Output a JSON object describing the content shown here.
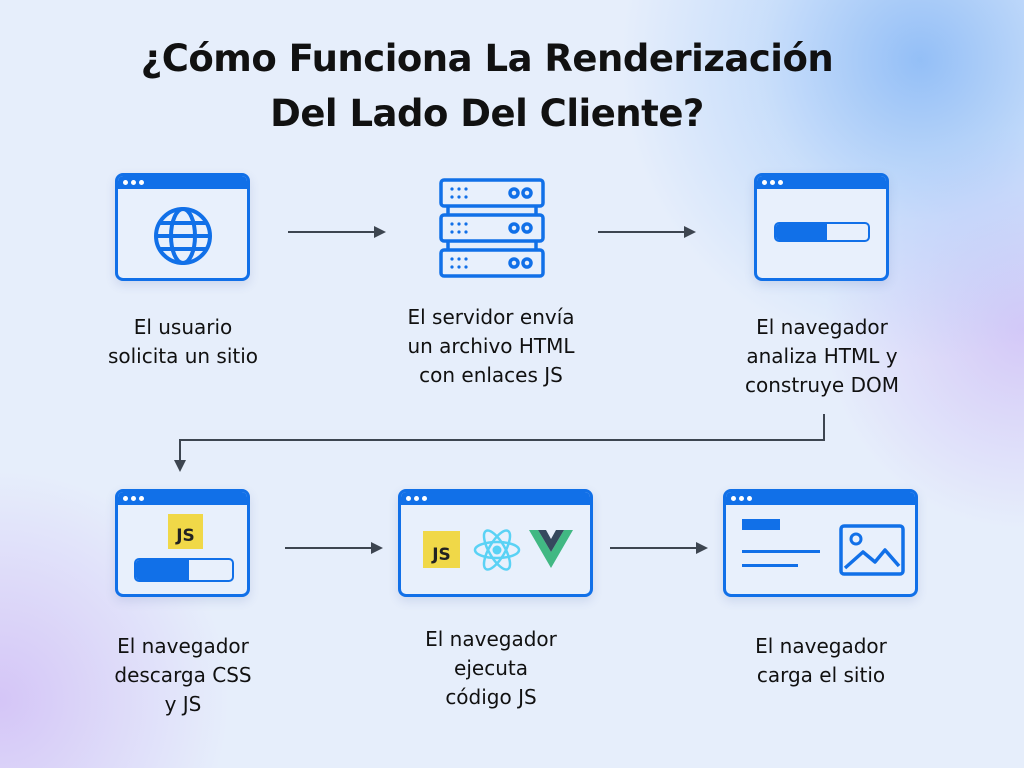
{
  "title": {
    "line1": "¿Cómo Funciona La Renderización",
    "line2": "Del Lado Del Cliente?"
  },
  "colors": {
    "primary": "#1170e8",
    "arrow": "#3d4550",
    "js_yellow": "#f0d848",
    "react": "#5ad2f5",
    "vue_green": "#41b883",
    "vue_dark": "#35495e"
  },
  "steps": [
    {
      "icon": "globe-browser-icon",
      "label": [
        "El usuario",
        "solicita un sitio"
      ]
    },
    {
      "icon": "server-icon",
      "label": [
        "El servidor envía",
        "un archivo HTML",
        "con enlaces JS"
      ]
    },
    {
      "icon": "loading-browser-icon",
      "label": [
        "El navegador",
        "analiza HTML y",
        "construye DOM"
      ],
      "progress": 0.5
    },
    {
      "icon": "js-download-browser-icon",
      "label": [
        "El navegador",
        "descarga CSS",
        "y JS"
      ],
      "progress": 0.5,
      "badge": "JS"
    },
    {
      "icon": "frameworks-browser-icon",
      "label": [
        "El navegador",
        "ejecuta",
        "código JS"
      ],
      "badge": "JS"
    },
    {
      "icon": "loaded-page-browser-icon",
      "label": [
        "El navegador",
        "carga el sitio"
      ]
    }
  ]
}
